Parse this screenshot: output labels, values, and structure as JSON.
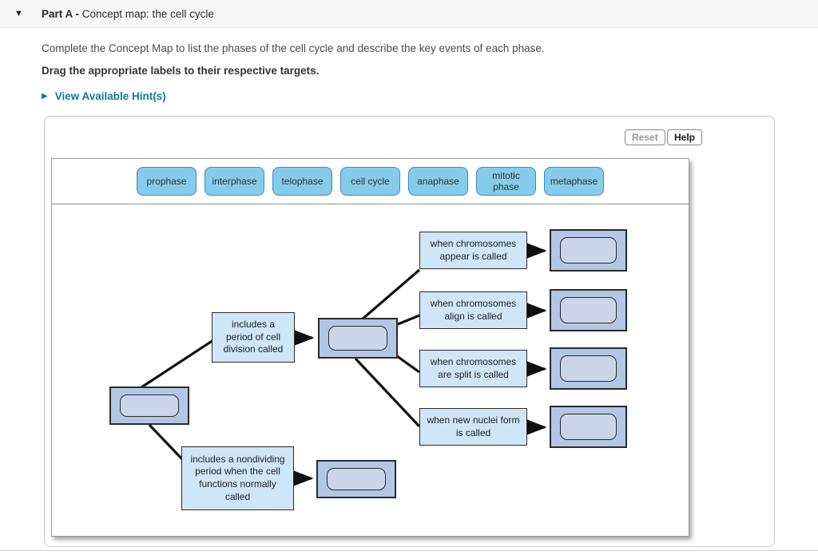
{
  "header": {
    "collapse_icon": "▼",
    "part_label": "Part A - ",
    "title": "Concept map: the cell cycle"
  },
  "instructions": {
    "line1": "Complete the Concept Map to list the phases of the cell cycle and describe the key events of each phase.",
    "line2_bold": "Drag the appropriate labels to their respective targets.",
    "hint_icon": "▶",
    "hint_link": "View Available Hint(s)"
  },
  "toolbar": {
    "reset_label": "Reset",
    "help_label": "Help"
  },
  "label_bank": {
    "labels": [
      "prophase",
      "interphase",
      "telophase",
      "cell cycle",
      "anaphase",
      "mitotic phase",
      "metaphase"
    ]
  },
  "concept_map": {
    "relations": {
      "division": "includes a period of cell division called",
      "nondividing": "includes a nondividing period when the cell functions normally called",
      "appear": "when chromosomes appear is called",
      "align": "when chromosomes align is called",
      "split": "when chromosomes are split is called",
      "nuclei": "when new nuclei form is called"
    },
    "drop_target_count": 7
  },
  "colors": {
    "hint_link": "#0e7a9b",
    "chip_fill": "#86cbe9",
    "chip_border": "#4288c6",
    "relation_box_fill": "#cfe6f6",
    "target_outer_fill": "#b2c7e6",
    "target_inner_fill": "#cbd5ea",
    "wire": "#111111",
    "header_bar_bg": "#f7f7f7"
  }
}
